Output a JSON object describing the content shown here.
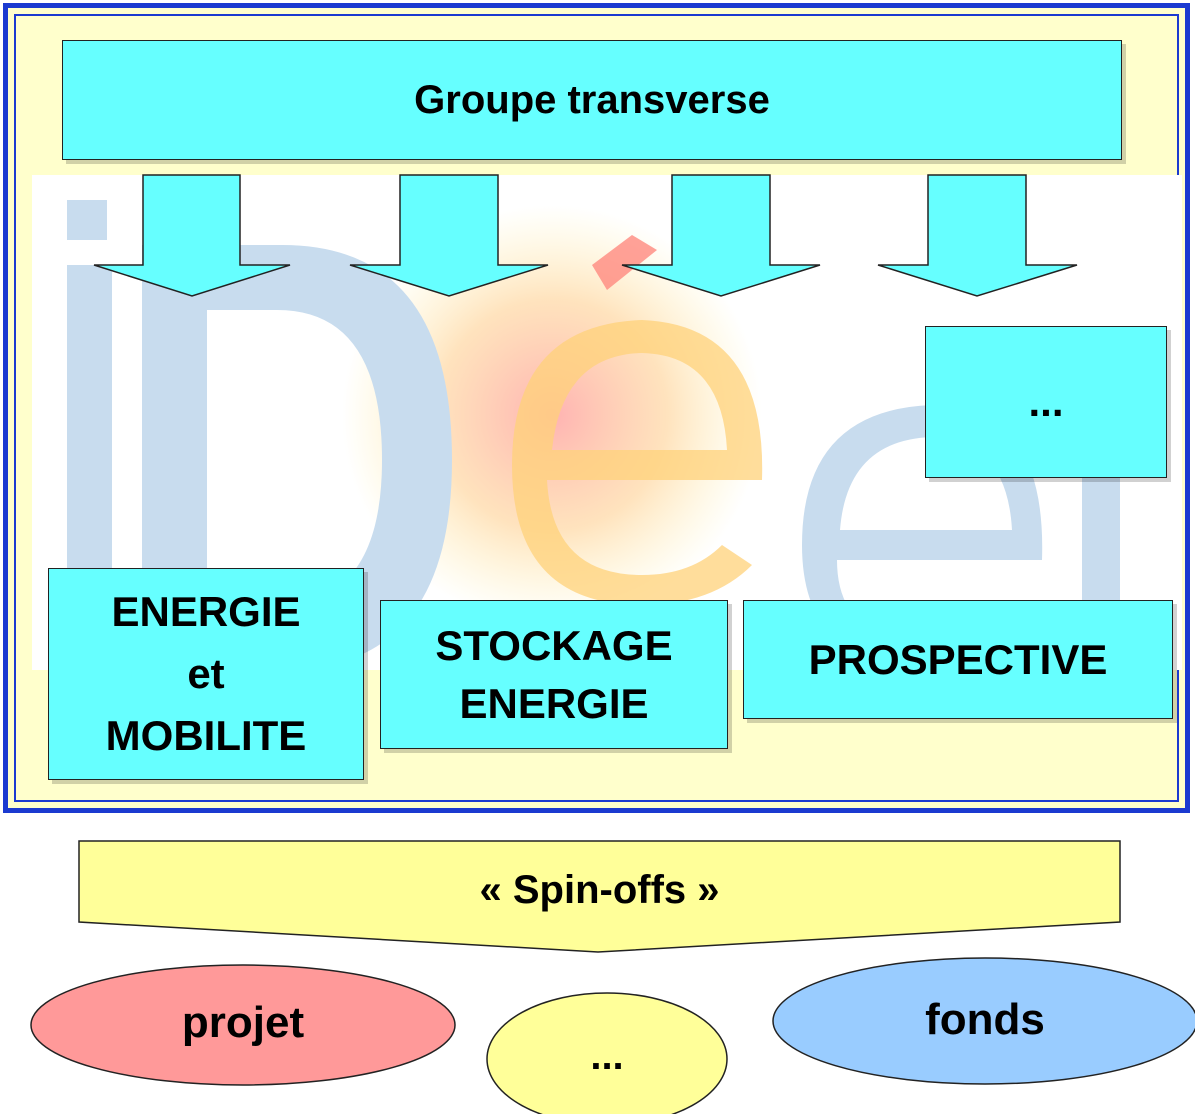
{
  "header": {
    "title": "Groupe transverse"
  },
  "boxes": {
    "energie_mobilite": {
      "line1": "ENERGIE",
      "line2": "et",
      "line3": "MOBILITE"
    },
    "stockage": {
      "line1": "STOCKAGE",
      "line2": "ENERGIE"
    },
    "prospective": {
      "label": "PROSPECTIVE"
    },
    "other": {
      "label": "..."
    }
  },
  "spinoffs": {
    "label": "« Spin-offs »"
  },
  "outcomes": [
    {
      "label": "projet",
      "color": "#ff9999"
    },
    {
      "label": "...",
      "color": "#ffff99"
    },
    {
      "label": "fonds",
      "color": "#99ccff"
    }
  ],
  "colors": {
    "box_fill": "#66ffff",
    "frame_border": "#1b3ad0",
    "frame_fill": "#ffffcc",
    "spinoff_fill": "#ffff99"
  },
  "watermark": {
    "icon": "ideej-logo-watermark"
  }
}
